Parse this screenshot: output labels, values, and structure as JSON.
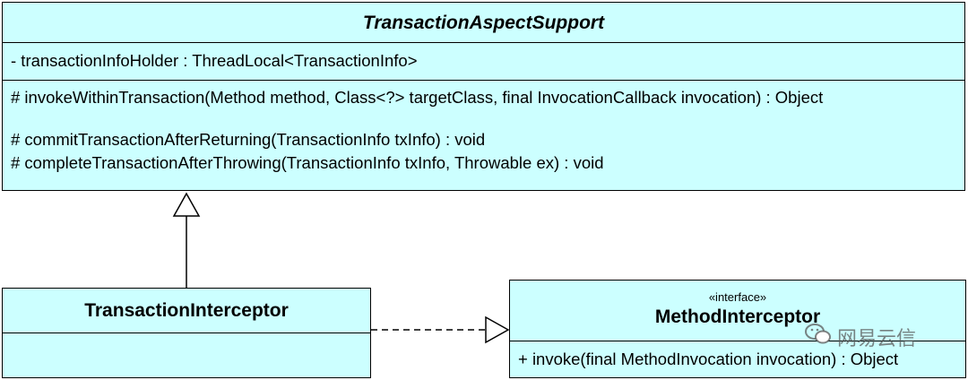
{
  "transaction_aspect_support": {
    "name": "TransactionAspectSupport",
    "attributes": [
      "- transactionInfoHolder : ThreadLocal<TransactionInfo>"
    ],
    "operations": [
      "# invokeWithinTransaction(Method method, Class<?> targetClass, final InvocationCallback invocation) : Object",
      "# commitTransactionAfterReturning(TransactionInfo txInfo) : void",
      "# completeTransactionAfterThrowing(TransactionInfo txInfo, Throwable ex) : void"
    ]
  },
  "transaction_interceptor": {
    "name": "TransactionInterceptor"
  },
  "method_interceptor": {
    "stereotype": "«interface»",
    "name": "MethodInterceptor",
    "operations": [
      "+ invoke(final MethodInvocation invocation) : Object"
    ]
  },
  "watermark": {
    "text": "网易云信",
    "icon": "wechat-icon"
  },
  "colors": {
    "class_fill": "#ccffff",
    "border": "#000000"
  }
}
